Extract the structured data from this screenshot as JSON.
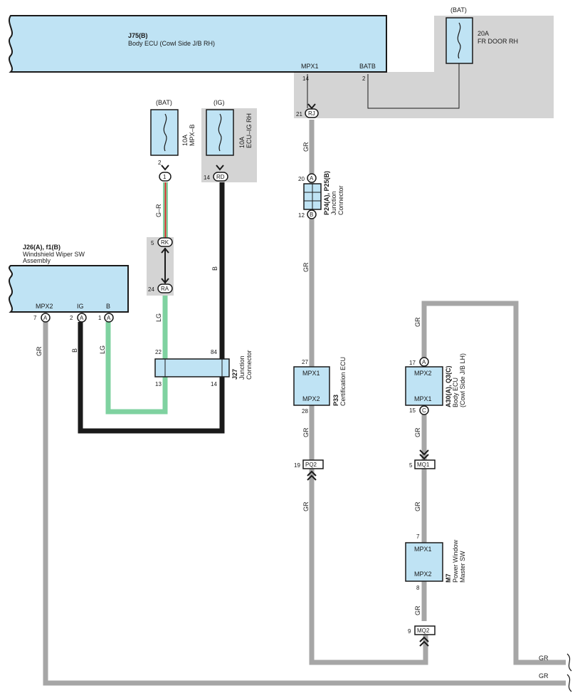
{
  "colors": {
    "component_fill": "#bfe3f4",
    "shade": "#d4d4d4",
    "wire_gr": "#a6a6a6",
    "wire_b": "#1a1a1a",
    "wire_lg": "#7fd2a0",
    "wire_r": "#e03030"
  },
  "j75": {
    "code": "J75(B)",
    "name": "Body ECU (Cowl Side J/B RH)",
    "mpx1": "MPX1",
    "batb": "BATB",
    "pin_mpx1": "14",
    "pin_batb": "2"
  },
  "fuse_fr": {
    "source": "(BAT)",
    "amp": "20A",
    "name": "FR DOOR RH"
  },
  "fuse_mpxb": {
    "source": "(BAT)",
    "amp": "10A",
    "name": "MPX–B",
    "pin": "2",
    "conn": "1"
  },
  "fuse_ecuig": {
    "source": "(IG)",
    "amp": "10A",
    "name": "ECU–IG RH",
    "pin": "14",
    "conn": "RD"
  },
  "rj": {
    "pin": "21",
    "conn": "RJ"
  },
  "p24": {
    "code": "P24(A), P25(B)",
    "line1": "Junction",
    "line2": "Connector",
    "pin_a": "20",
    "conn_a": "A",
    "pin_b": "12",
    "conn_b": "B"
  },
  "rk": {
    "pin": "5",
    "conn": "RK"
  },
  "ra": {
    "pin": "24",
    "conn": "RA"
  },
  "j26": {
    "code": "J26(A), f1(B)",
    "line1": "Windshield Wiper SW",
    "line2": "Assembly",
    "mpx2": "MPX2",
    "ig": "IG",
    "b": "B",
    "pin_mpx2": "7",
    "pin_ig": "2",
    "pin_b": "1",
    "conn_a": "A"
  },
  "j27": {
    "code": "J27",
    "line1": "Junction",
    "line2": "Connector",
    "pin22": "22",
    "pin84": "84",
    "pin13": "13",
    "pin14": "14"
  },
  "p33": {
    "code": "P33",
    "name": "Certification ECU",
    "mpx1": "MPX1",
    "mpx2": "MPX2",
    "pin_top": "27",
    "pin_bot": "28"
  },
  "a30": {
    "code": "A30(A), Q3(C)",
    "line1": "Body ECU",
    "line2": "(Cowl Side J/B LH)",
    "mpx2": "MPX2",
    "mpx1": "MPX1",
    "pin_top": "17",
    "conn_top": "A",
    "pin_bot": "15",
    "conn_bot": "C"
  },
  "pq2": {
    "pin": "19",
    "conn": "PQ2"
  },
  "mq1": {
    "pin": "5",
    "conn": "MQ1"
  },
  "m7": {
    "code": "M7",
    "line1": "Power Window",
    "line2": "Master SW",
    "mpx1": "MPX1",
    "mpx2": "MPX2",
    "pin_top": "7",
    "pin_bot": "8"
  },
  "mq2": {
    "pin": "9",
    "conn": "MQ2"
  },
  "wires": {
    "gr": "GR",
    "b": "B",
    "lg": "LG",
    "gr_red": "G–R"
  }
}
